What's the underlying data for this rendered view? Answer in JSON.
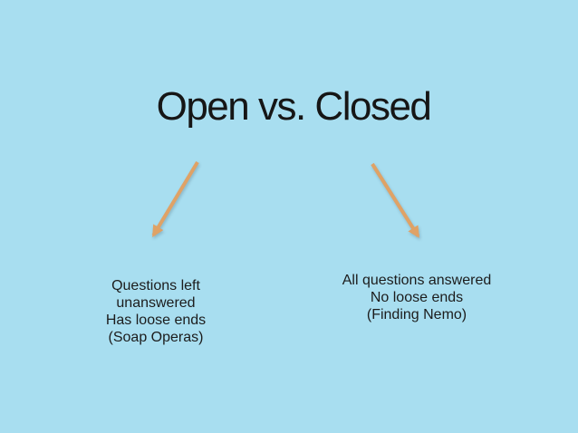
{
  "slide": {
    "title": "Open vs. Closed",
    "left_item": {
      "lines": {
        "0": "Questions left",
        "1": "unanswered",
        "2": "Has loose ends",
        "3": "(Soap Operas)"
      }
    },
    "right_item": {
      "lines": {
        "0": "All questions answered",
        "1": "No loose ends",
        "2": "(Finding Nemo)"
      }
    },
    "colors": {
      "background": "#a8def0",
      "text": "#1c1c1c",
      "arrow": "#dfa266"
    }
  }
}
